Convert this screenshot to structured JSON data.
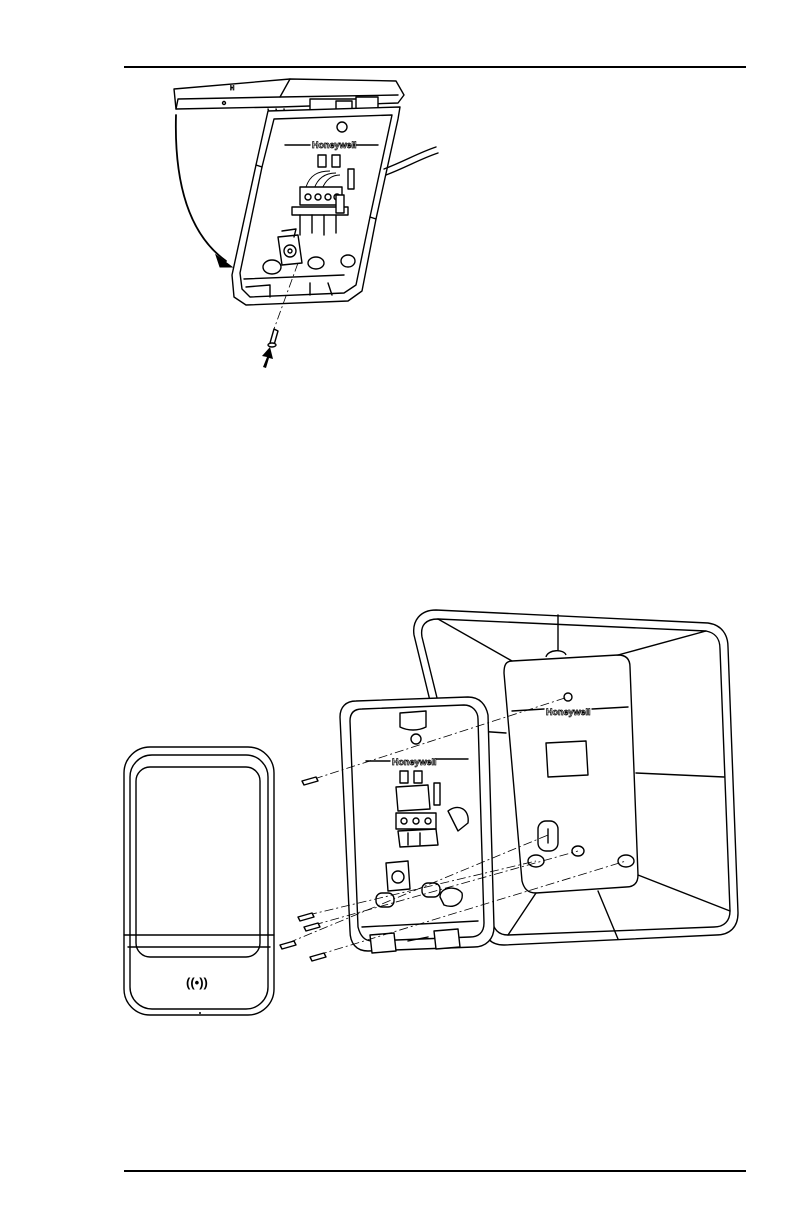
{
  "page": {
    "header_rule": true,
    "footer_rule": true
  },
  "figure_top": {
    "brand_label": "Honeywell"
  },
  "figure_bottom": {
    "backplate_brand_label": "Honeywell",
    "housing_brand_label": "Honeywell",
    "contactless_symbol": "((•))"
  },
  "icons": {
    "rotation_arrow": "curved-arrow-icon",
    "push_arrow": "up-arrow-icon",
    "screw": "screw-icon"
  }
}
